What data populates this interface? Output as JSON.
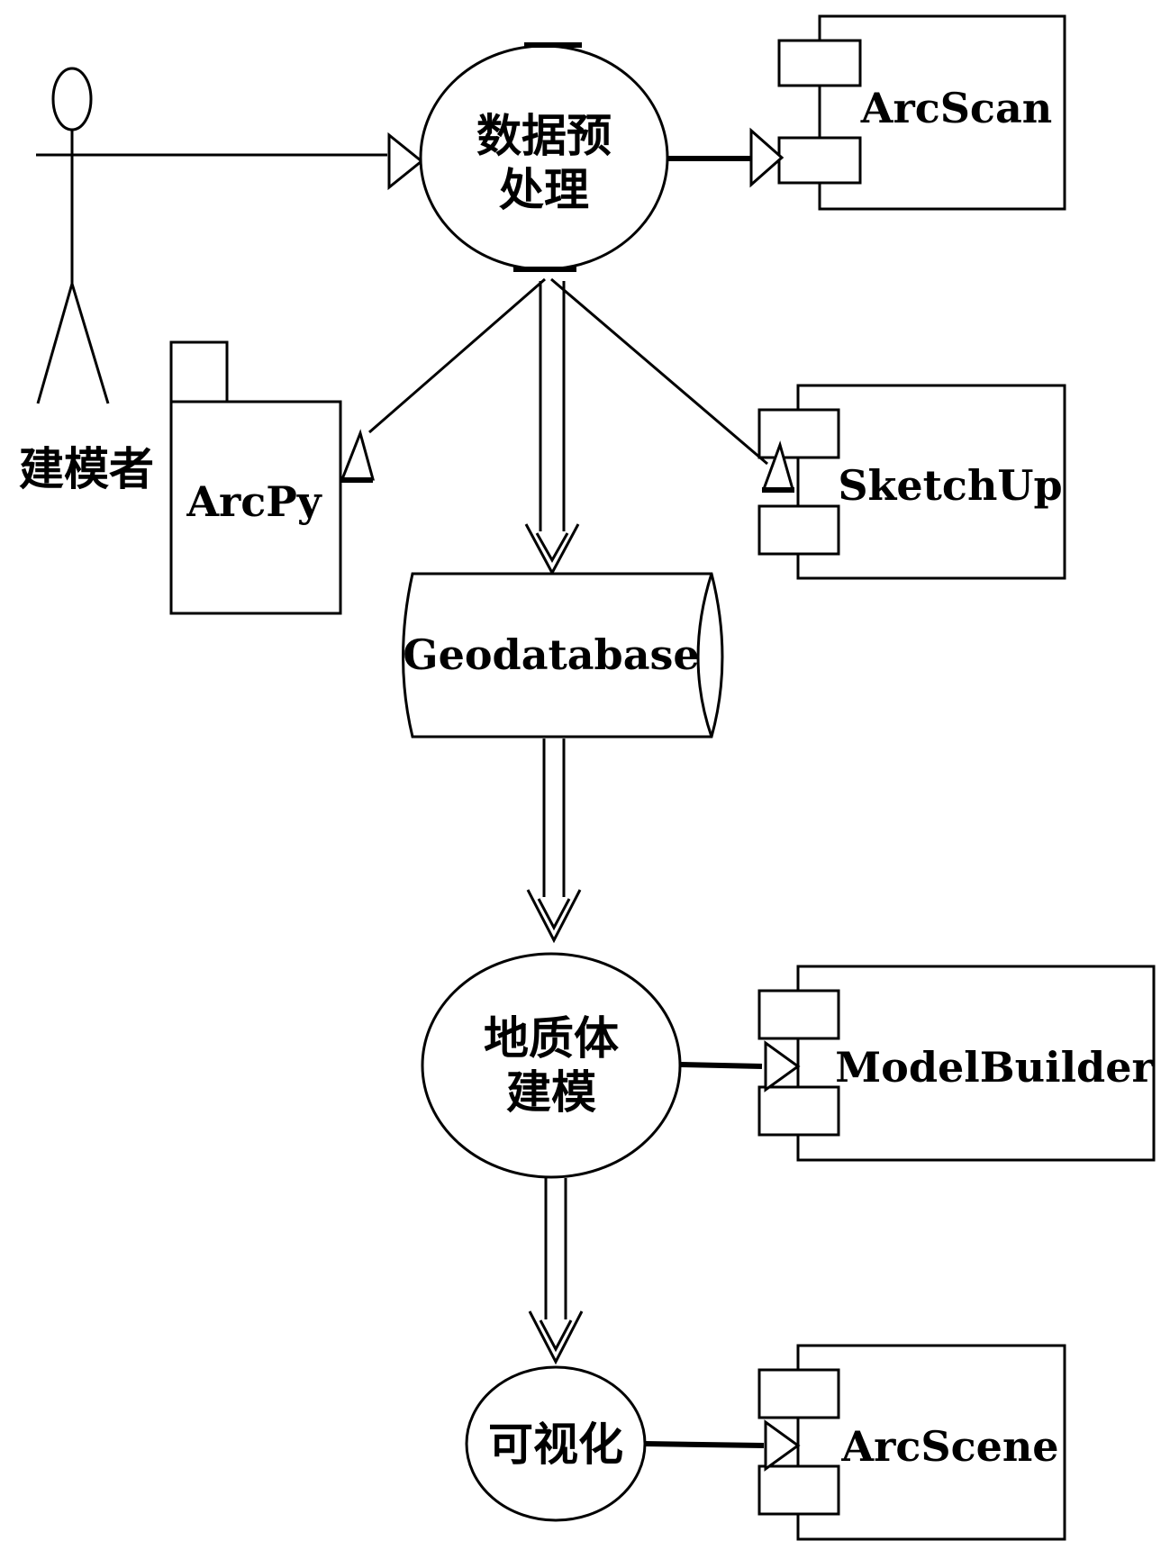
{
  "actor": {
    "label": "建模者"
  },
  "processes": {
    "preprocess": {
      "line1": "数据预",
      "line2": "处理"
    },
    "modeling": {
      "line1": "地质体",
      "line2": "建模"
    },
    "visualization": {
      "label": "可视化"
    }
  },
  "components": {
    "arcscan": "ArcScan",
    "sketchup": "SketchUp",
    "modelbuilder": "ModelBuilder",
    "arcscene": "ArcScene"
  },
  "package": {
    "arcpy": "ArcPy"
  },
  "datastore": {
    "geodatabase": "Geodatabase"
  }
}
